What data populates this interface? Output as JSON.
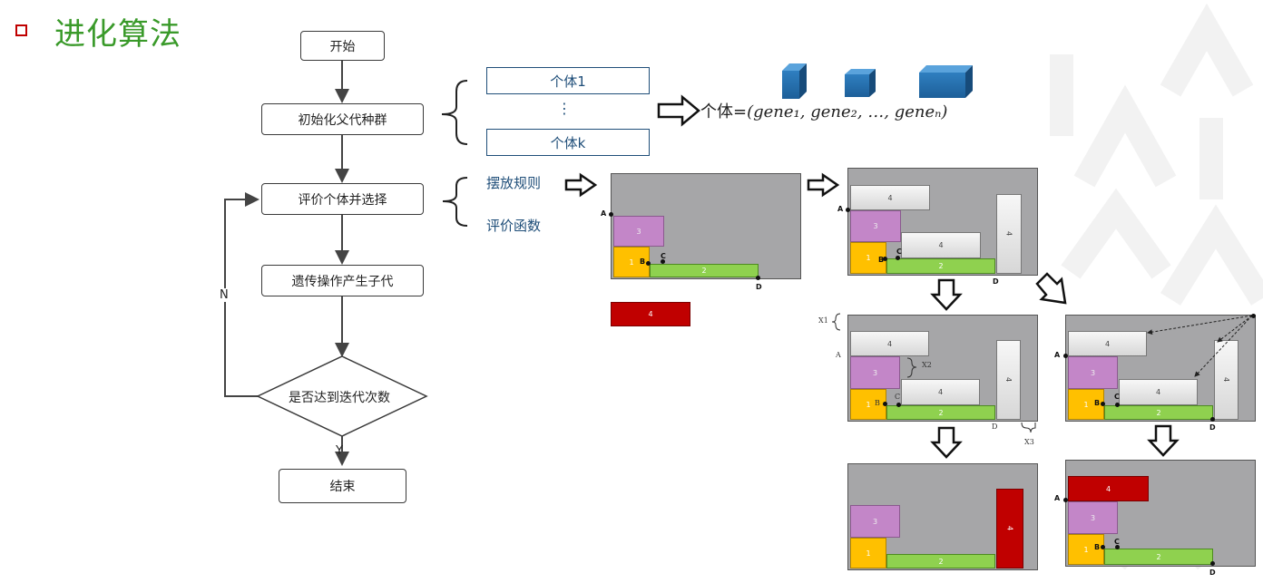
{
  "title": "进化算法",
  "flowchart": {
    "start": "开始",
    "init": "初始化父代种群",
    "evaluate": "评价个体并选择",
    "genetic": "遗传操作产生子代",
    "condition": "是否达到迭代次数",
    "yes": "Y",
    "no": "N",
    "end": "结束"
  },
  "individuals": {
    "first": "个体1",
    "dots": "⋮",
    "last": "个体k",
    "formula_prefix": "个体=",
    "formula": "(gene₁, gene₂, …, geneₙ)"
  },
  "rules": {
    "placement": "摆放规则",
    "evaluation": "评价函数"
  },
  "layouts": {
    "rect_labels": {
      "r1": "1",
      "r2": "2",
      "r3": "3",
      "r4": "4"
    },
    "points": {
      "a": "A",
      "b": "B",
      "c": "C",
      "d": "D"
    },
    "gaps": {
      "x1": "X1",
      "x2": "X2",
      "x3": "X3"
    }
  },
  "colors": {
    "title": "#3a9a2a",
    "accent_blue": "#1f4e79",
    "panel": "#a6a6a8",
    "yellow": "#ffc000",
    "green": "#8fd14f",
    "purple": "#c386c8",
    "red": "#c00000"
  },
  "icons": [
    "square-bullet-icon",
    "gene-cube-icon",
    "hollow-arrow-right-icon",
    "hollow-arrow-down-icon",
    "brace-icon"
  ]
}
